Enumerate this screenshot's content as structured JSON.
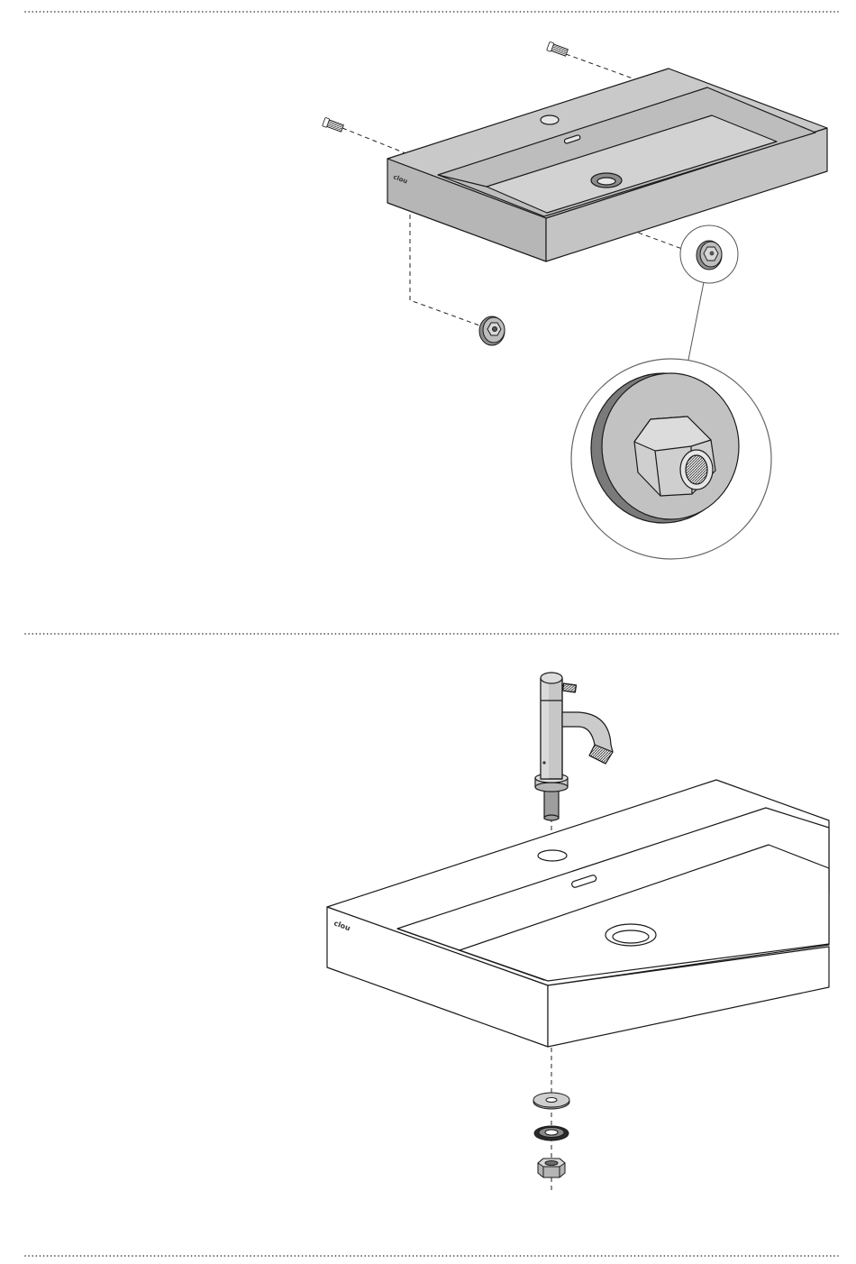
{
  "colors": {
    "background": "#ffffff",
    "line": "#1a1a1a",
    "basin_light": "#d9d9d9",
    "basin_mid": "#c4c4c4",
    "basin_dark": "#b3b3b3",
    "basin_shadow": "#9a9a9a",
    "metal": "#bdbdbd",
    "metal_dark": "#7a7a7a"
  },
  "step1": {
    "name": "wall-mounting",
    "brand_mark": "clou",
    "parts": [
      "mounting-screw",
      "mounting-screw",
      "wall-anchor",
      "wall-anchor",
      "magnified-anchor"
    ]
  },
  "step2": {
    "name": "tap-installation",
    "brand_mark": "clou",
    "parts": [
      "faucet",
      "washer",
      "rubber-gasket",
      "hex-nut"
    ]
  }
}
